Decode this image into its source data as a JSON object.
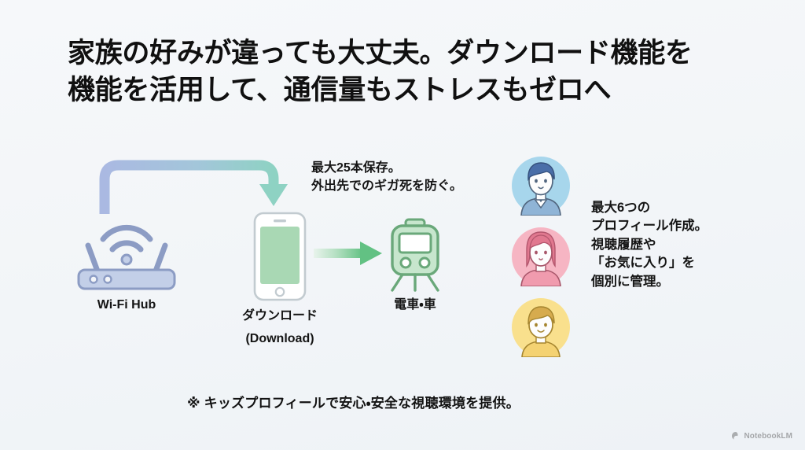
{
  "title": {
    "line1": "家族の好みが違っても大丈夫。ダウンロード機能を",
    "line2": "機能を活用して、通信量もストレスもゼロへ"
  },
  "flow": {
    "nodes": [
      {
        "id": "wifi",
        "icon": "wifi-router-icon",
        "label": "Wi-Fi Hub"
      },
      {
        "id": "phone",
        "icon": "smartphone-icon",
        "label_ja": "ダウンロード",
        "label_en": "(Download)"
      },
      {
        "id": "train",
        "icon": "train-icon",
        "label": "電車・車"
      }
    ],
    "arrows": [
      {
        "id": "curved-arrow",
        "from": "wifi",
        "to": "phone",
        "color_start": "#aab9e2",
        "color_end": "#8ed2c3"
      },
      {
        "id": "straight-arrow",
        "from": "phone",
        "to": "train",
        "color_start": "#d8ece0",
        "color_end": "#62c183"
      }
    ]
  },
  "annotations": {
    "save": {
      "line1": "最大25本保存。",
      "line2": "外出先でのギガ死を防ぐ。"
    },
    "profile": {
      "line1": "最大6つの",
      "line2": "プロフィール作成。",
      "line3": "視聴履歴や",
      "line4": "「お気に入り」を",
      "line5": "個別に管理。"
    }
  },
  "avatars": [
    {
      "id": "avatar-adult-male",
      "name": "father-avatar",
      "circle_color": "#a7d6ec",
      "hair_color": "#4a6ea8",
      "body_color": "#8fb4d6"
    },
    {
      "id": "avatar-adult-female",
      "name": "mother-avatar",
      "circle_color": "#f6b5c3",
      "hair_color": "#e1788f",
      "body_color": "#f09bae"
    },
    {
      "id": "avatar-child",
      "name": "child-avatar",
      "circle_color": "#f9e08d",
      "hair_color": "#d6ab4e",
      "body_color": "#f4d272"
    }
  ],
  "footnote": "※ キッズプロフィールで安心・安全な視聴環境を提供。",
  "watermark": {
    "label": "NotebookLM"
  },
  "colors": {
    "background": "#f4f6f9",
    "text": "#101010",
    "router_fill": "#c3cfe8",
    "router_stroke": "#8c9cc4",
    "phone_screen": "#a9d8b4",
    "phone_stroke": "#b9c4c9",
    "train_fill": "#c7e6cd",
    "train_stroke": "#6aa87a"
  }
}
